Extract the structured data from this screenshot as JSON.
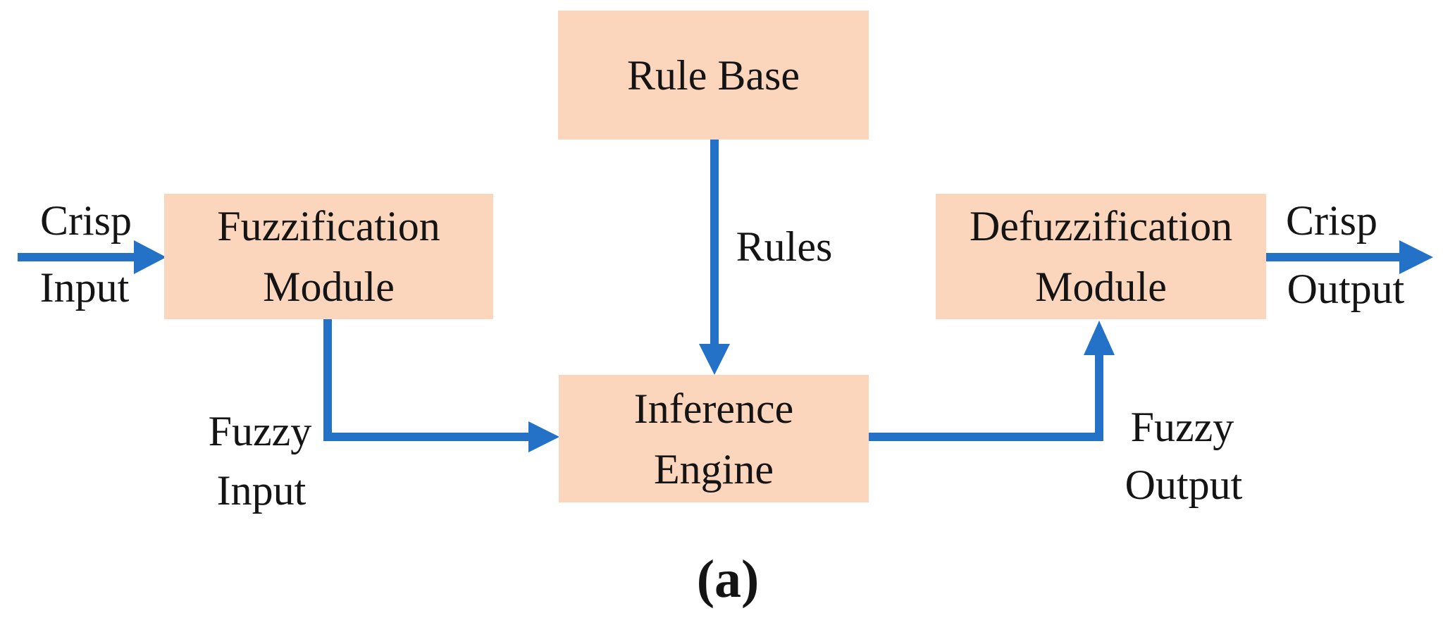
{
  "diagram": {
    "boxes": {
      "rule_base": {
        "lines": [
          "Rule Base"
        ]
      },
      "fuzzification": {
        "lines": [
          "Fuzzification",
          "Module"
        ]
      },
      "defuzzification": {
        "lines": [
          "Defuzzification",
          "Module"
        ]
      },
      "inference": {
        "lines": [
          "Inference",
          "Engine"
        ]
      }
    },
    "labels": {
      "crisp_input": {
        "line1": "Crisp",
        "line2": "Input"
      },
      "rules": "Rules",
      "fuzzy_input": {
        "line1": "Fuzzy",
        "line2": "Input"
      },
      "fuzzy_output": {
        "line1": "Fuzzy",
        "line2": "Output"
      },
      "crisp_output": {
        "line1": "Crisp",
        "line2": "Output"
      }
    },
    "caption": "(a)",
    "colors": {
      "box_fill": "#fbd5bc",
      "arrow": "#2372c8",
      "text": "#141414"
    }
  }
}
